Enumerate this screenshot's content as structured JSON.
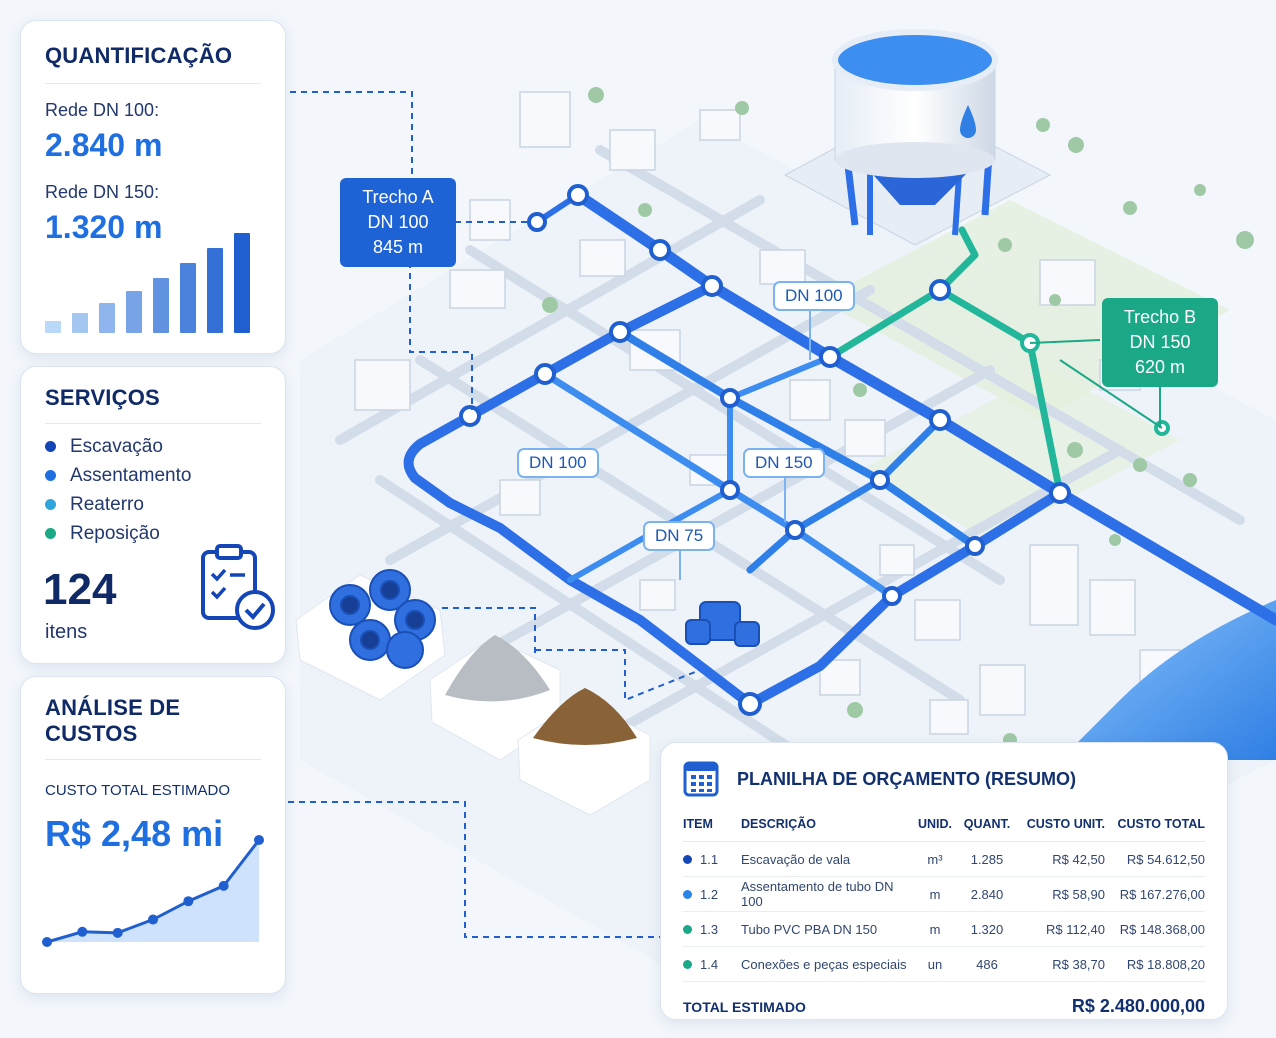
{
  "quant": {
    "title": "QUANTIFICAÇÃO",
    "rede100_label": "Rede DN 100:",
    "rede100_value": "2.840 m",
    "rede150_label": "Rede DN 150:",
    "rede150_value": "1.320 m",
    "bar_levels": [
      0.12,
      0.2,
      0.3,
      0.42,
      0.55,
      0.7,
      0.85,
      1.0
    ]
  },
  "servicos": {
    "title": "SERVIÇOS",
    "items": [
      {
        "label": "Escavação",
        "color": "#1446b8"
      },
      {
        "label": "Assentamento",
        "color": "#1f6fe0"
      },
      {
        "label": "Reaterro",
        "color": "#2ea6dd"
      },
      {
        "label": "Reposição",
        "color": "#1aa886"
      }
    ],
    "count": "124",
    "count_unit": "itens"
  },
  "custos": {
    "title": "ANÁLISE DE CUSTOS",
    "subtitle": "CUSTO TOTAL ESTIMADO",
    "value": "R$ 2,48 mi",
    "trend": [
      0.0,
      0.1,
      0.09,
      0.22,
      0.4,
      0.55,
      1.0
    ]
  },
  "map": {
    "trecho_a": {
      "l1": "Trecho A",
      "l2": "DN 100",
      "l3": "845 m"
    },
    "trecho_b": {
      "l1": "Trecho B",
      "l2": "DN 150",
      "l3": "620 m"
    },
    "tags": {
      "dn100_top": "DN 100",
      "dn100_left": "DN 100",
      "dn150": "DN 150",
      "dn75": "DN 75"
    },
    "colors": {
      "pipe_blue": "#2d6fe6",
      "pipe_teal": "#22b79a",
      "water": "#4f9cf0"
    }
  },
  "planilha": {
    "title": "PLANILHA DE ORÇAMENTO (RESUMO)",
    "headers": {
      "item": "ITEM",
      "desc": "DESCRIÇÃO",
      "unid": "UNID.",
      "quant": "QUANT.",
      "unit": "CUSTO UNIT.",
      "total": "CUSTO TOTAL"
    },
    "rows": [
      {
        "color": "#1446b8",
        "item": "1.1",
        "desc": "Escavação de vala",
        "unid": "m³",
        "quant": "1.285",
        "unit": "R$ 42,50",
        "total": "R$ 54.612,50"
      },
      {
        "color": "#2a86e6",
        "item": "1.2",
        "desc": "Assentamento de tubo DN 100",
        "unid": "m",
        "quant": "2.840",
        "unit": "R$ 58,90",
        "total": "R$ 167.276,00"
      },
      {
        "color": "#1aa886",
        "item": "1.3",
        "desc": "Tubo PVC PBA DN 150",
        "unid": "m",
        "quant": "1.320",
        "unit": "R$ 112,40",
        "total": "R$ 148.368,00"
      },
      {
        "color": "#1aa886",
        "item": "1.4",
        "desc": "Conexões e peças especiais",
        "unid": "un",
        "quant": "486",
        "unit": "R$ 38,70",
        "total": "R$ 18.808,20"
      }
    ],
    "total_label": "TOTAL ESTIMADO",
    "total_value": "R$ 2.480.000,00"
  }
}
